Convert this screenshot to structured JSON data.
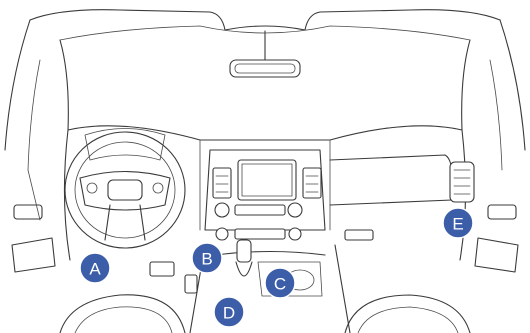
{
  "diagram": {
    "markers": [
      {
        "id": "A",
        "label": "A"
      },
      {
        "id": "B",
        "label": "B"
      },
      {
        "id": "C",
        "label": "C"
      },
      {
        "id": "D",
        "label": "D"
      },
      {
        "id": "E",
        "label": "E"
      }
    ],
    "colors": {
      "marker_fill": "#3c5ea9",
      "line": "#3a3a3a",
      "background": "#ffffff"
    }
  }
}
